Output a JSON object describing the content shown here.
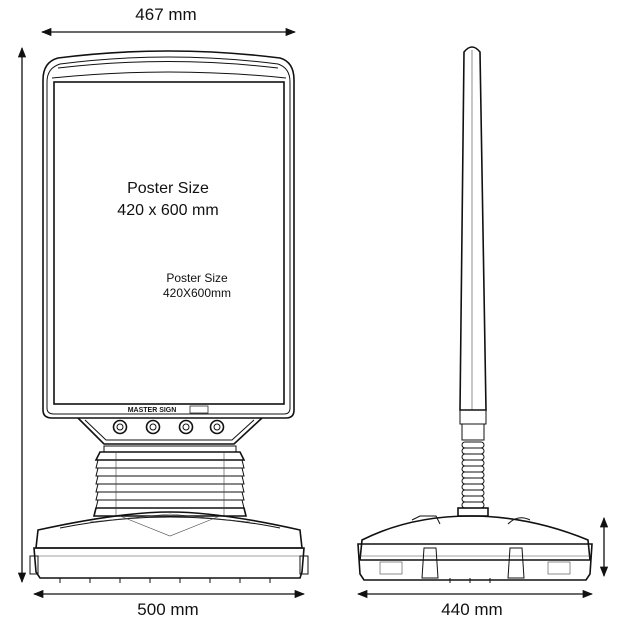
{
  "dimensions": {
    "top_width": "467 mm",
    "base_width": "500 mm",
    "side_depth": "440 mm"
  },
  "poster": {
    "title": "Poster Size",
    "size": "420 x 600 mm",
    "title_small": "Poster Size",
    "size_small": "420X600mm"
  },
  "brand": {
    "name": "MASTER SIGN"
  }
}
